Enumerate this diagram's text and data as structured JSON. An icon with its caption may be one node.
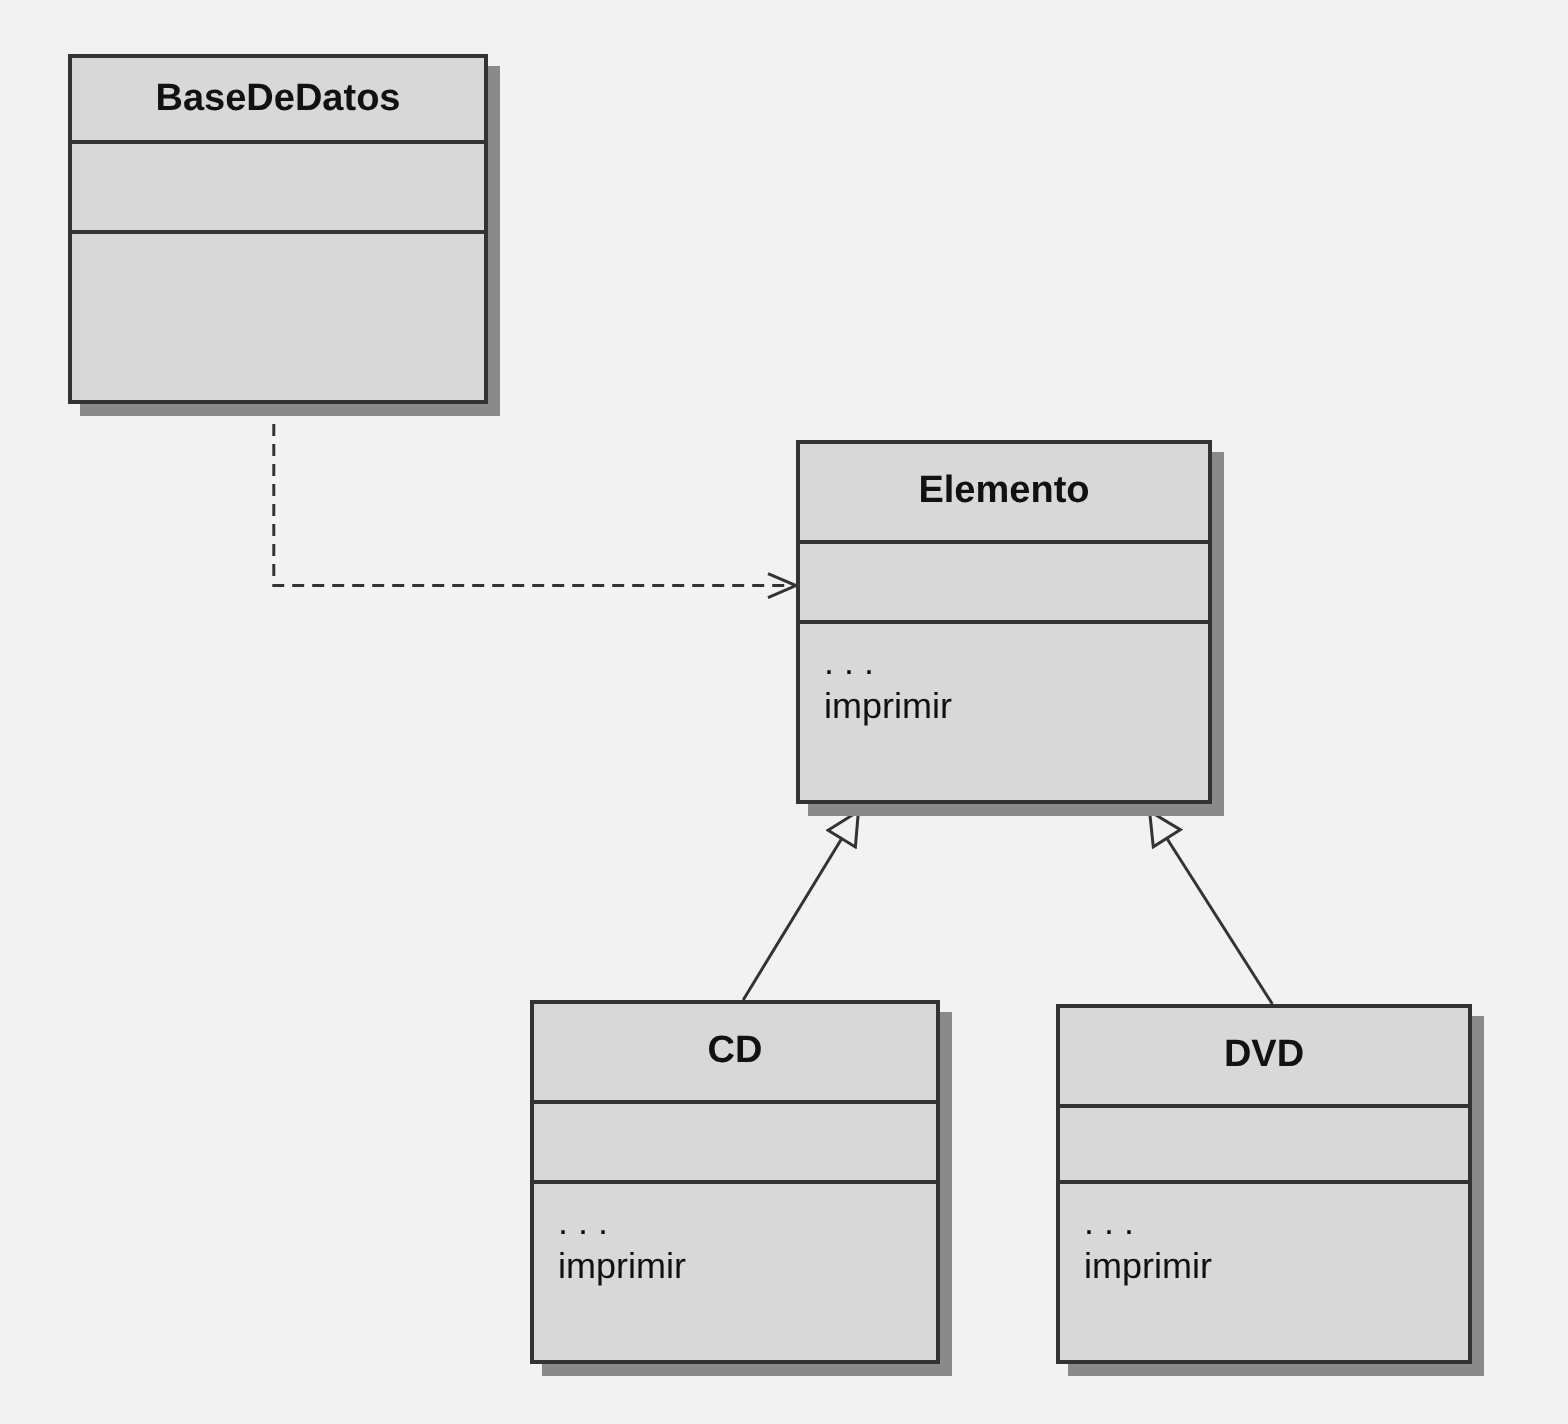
{
  "diagram": {
    "nodes": [
      {
        "text": [
          "BaseDeDatos"
        ]
      },
      {
        "text": [
          "Elemento",
          ". . .",
          "imprimir"
        ]
      },
      {
        "text": [
          "CD",
          ". . .",
          "imprimir"
        ]
      },
      {
        "text": [
          "DVD",
          ". . .",
          "imprimir"
        ]
      }
    ],
    "edges": [
      {
        "from": 0,
        "to": 1,
        "arrow": "to",
        "style": "dashed"
      },
      {
        "from": 2,
        "to": 1,
        "arrow": "to"
      },
      {
        "from": 3,
        "to": 1,
        "arrow": "to"
      }
    ]
  }
}
